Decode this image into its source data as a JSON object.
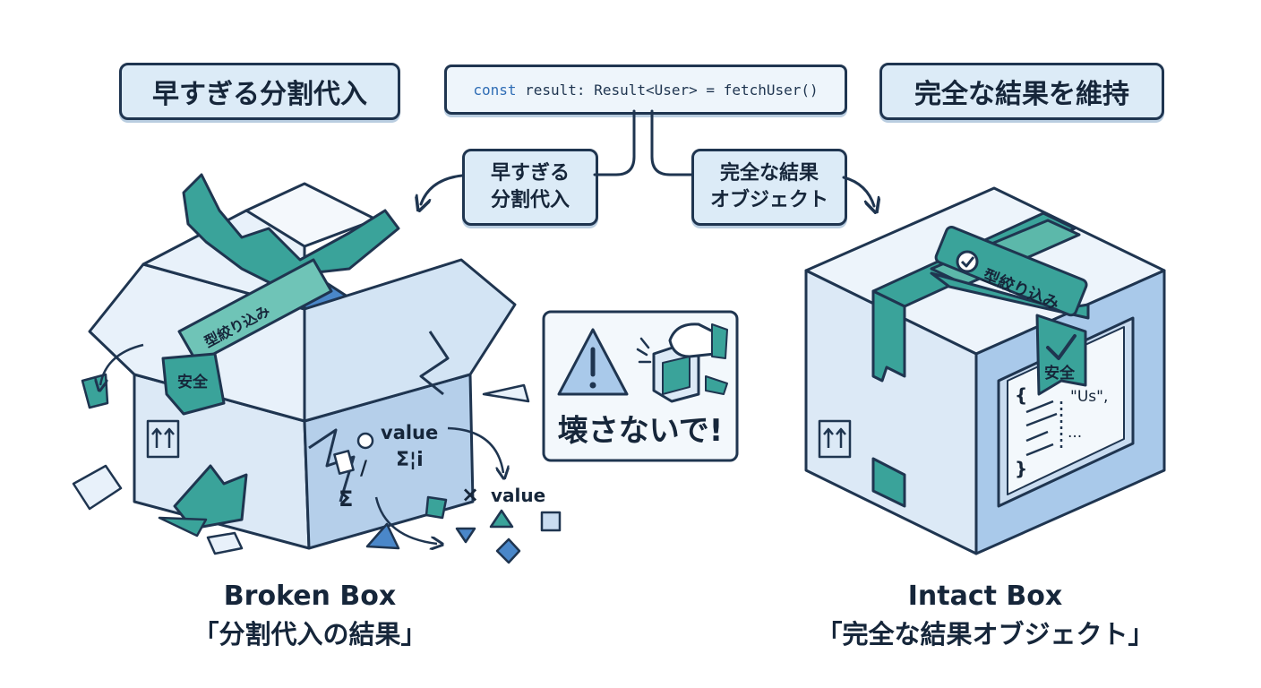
{
  "left_header": "早すぎる分割代入",
  "right_header": "完全な結果を維持",
  "code": {
    "keyword": "const",
    "rest": " result: Result<User> = fetchUser()"
  },
  "branch_left": {
    "line1": "早すぎる",
    "line2": "分割代入"
  },
  "branch_right": {
    "line1": "完全な結果",
    "line2": "オブジェクト"
  },
  "warning": {
    "text": "壊さないで!"
  },
  "broken_box": {
    "tape_label": "型絞り込み",
    "safe_label": "安全",
    "value_label_1": "value",
    "value_label_2": "value",
    "sigma_1": "Σ",
    "sigma_2": "Σ¦i",
    "slash": "/",
    "cross": "×",
    "caption_en": "Broken Box",
    "caption_jp": "「分割代入の結果」"
  },
  "intact_box": {
    "tape_label": "型絞り込み",
    "safe_label": "安全",
    "code_brace_open": "{",
    "code_brace_close": "}",
    "code_string": "\"Us\",",
    "code_ellipsis": "...",
    "caption_en": "Intact Box",
    "caption_jp": "「完全な結果オブジェクト」"
  },
  "colors": {
    "ink": "#1f3550",
    "box_light": "#e8f1fa",
    "box_mid": "#c9dcf0",
    "box_dark": "#9fbfe2",
    "teal": "#3aa39a",
    "blue": "#4a87c9"
  }
}
